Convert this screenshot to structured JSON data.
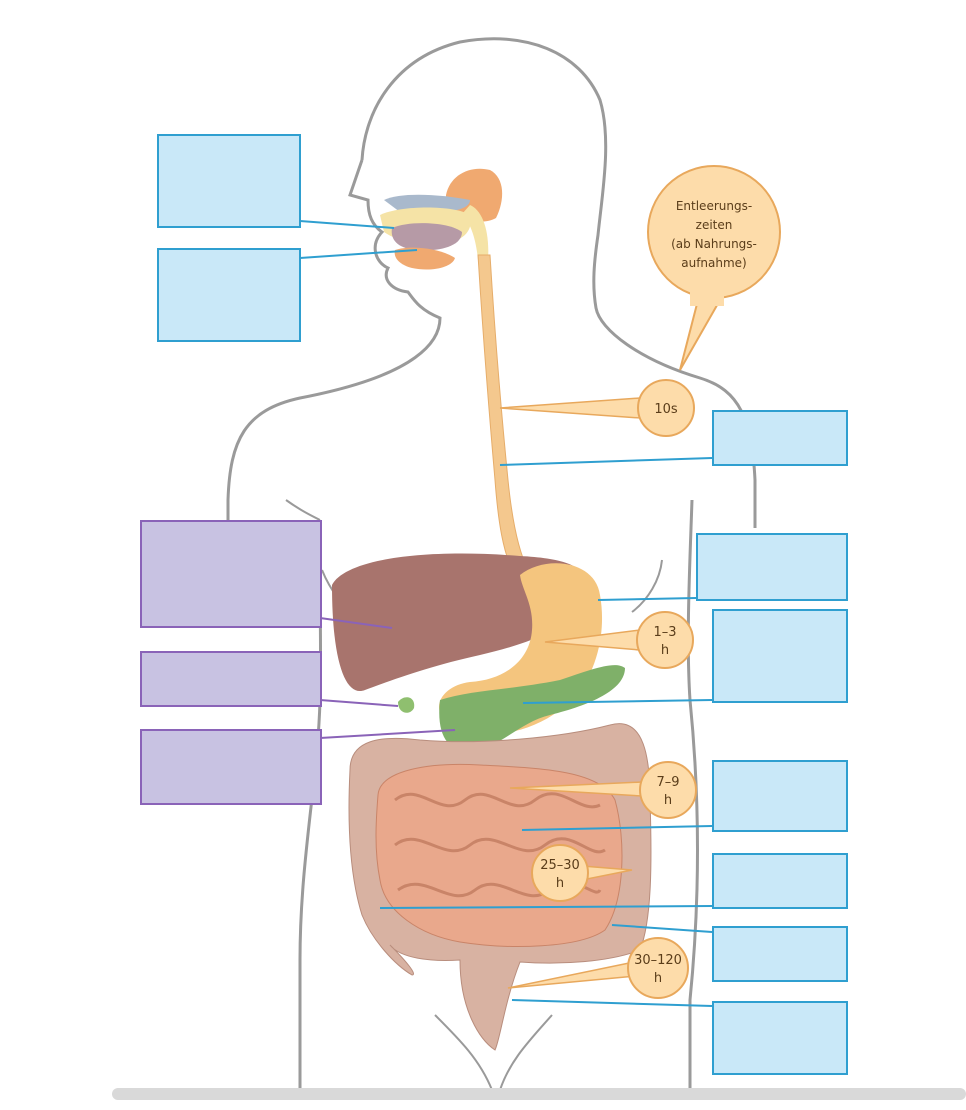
{
  "bubbles": {
    "main": [
      "Entleerungs-",
      "zeiten",
      "(ab Nahrungs-",
      "aufnahme)"
    ],
    "esophagus": [
      "10s"
    ],
    "stomach": [
      "1–3",
      "h"
    ],
    "small_intestine": [
      "7–9",
      "h"
    ],
    "colon": [
      "25–30",
      "h"
    ],
    "rectum": [
      "30–120",
      "h"
    ]
  },
  "colors": {
    "label_box_blue": "#c9e8f8",
    "label_box_blue_border": "#2f9fd0",
    "label_box_purple": "#c8c2e2",
    "label_box_purple_border": "#8a63b8",
    "bubble_fill": "#fddcaa",
    "bubble_border": "#e8a85c",
    "body_outline": "#9a9a9a",
    "liver": "#a8746d",
    "stomach": "#f4c57e",
    "pancreas": "#7fb069",
    "intestine": "#e9a88c",
    "colon": "#d8b2a2"
  }
}
